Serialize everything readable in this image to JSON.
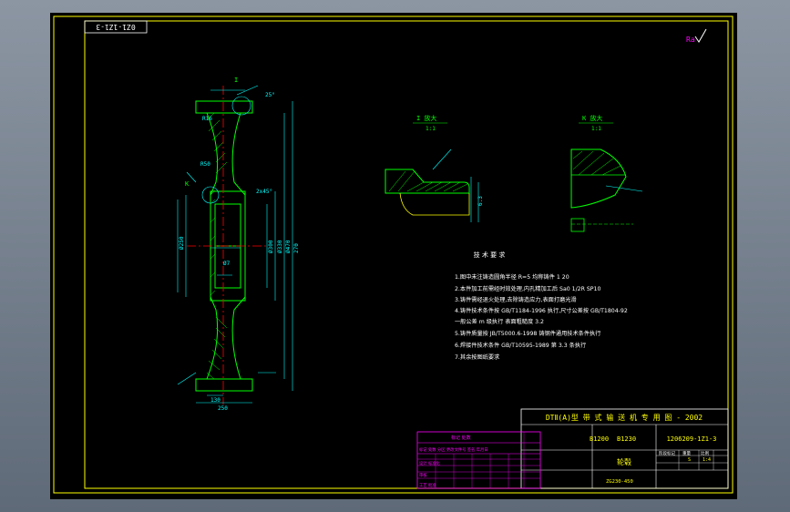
{
  "drawing_code": "0Z1-1Z1-3",
  "roughness_mark": "Ra",
  "colors": {
    "frame": "#ffff00",
    "part": "#00ff00",
    "dims": "#00ffff",
    "notes": "#ffffff",
    "table": "#ff00ff",
    "center": "#ff0000"
  },
  "view_labels": {
    "detail_i": "I 放大",
    "detail_i_ratio": "1:1",
    "detail_k": "K 放大",
    "detail_k_ratio": "1:1",
    "marker_i": "I",
    "marker_k": "K"
  },
  "dims": {
    "d1": "R16",
    "d2": "R50",
    "d3": "2x45°",
    "d4": "Ø250",
    "d5": "Ø300",
    "d6": "Ø330",
    "d7": "Ø470",
    "d8": "130",
    "d9": "Ø7",
    "d10": "270",
    "d11": "250",
    "d12": "25°",
    "d13": "6.3"
  },
  "tech": {
    "title": "技 术 要 求",
    "lines": [
      "1.图中未注铸造圆角半径 R=5 均称铸件 1 20",
      "2.本件加工前需经时效处理,内孔精加工后 Sa0 1/2R SP10",
      "3.铸件需经退火处理,去除铸造应力,表面打磨光滑",
      "4.铸件技术条件按 GB/T1184-1996 执行,尺寸公差按 GB/T1804-92",
      "  一般公差 m 级执行 表面粗糙度 3.2",
      "5.铸件质量按 JB/T5000.6-1998 铸钢件通用技术条件执行",
      "6.焊接件技术条件 GB/T10595-1989 第 3.3 条执行",
      "7.其余按图纸要求"
    ]
  },
  "title_block": {
    "header": "DTⅡ(A)型  带 式 输 送 机 专 用 图 - 2002",
    "spec1": "B1200",
    "spec2": "B1230",
    "code": "1206209-1Z1-3",
    "part_name": "轮毂",
    "material": "ZG230-450",
    "col1": "阶段标记",
    "col2": "重量",
    "col3": "比例",
    "small1": "S",
    "small2": "1:4",
    "left_header": "标记 处数",
    "rows": [
      "标记 处数 分区 更改文件号 签名 年月日",
      "设计 标准化",
      "审核",
      "工艺 批准"
    ]
  }
}
